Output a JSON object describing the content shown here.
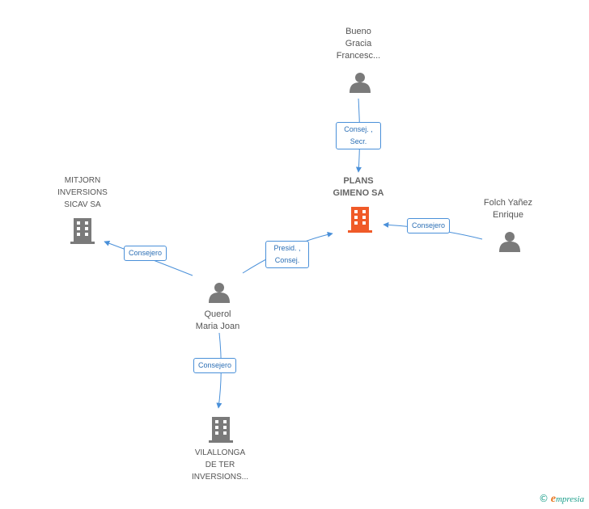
{
  "nodes": {
    "bueno": {
      "label": [
        "Bueno",
        "Gracia",
        "Francesc..."
      ]
    },
    "plans": {
      "label": [
        "PLANS",
        "GIMENO SA"
      ]
    },
    "mitjorn": {
      "label": [
        "MITJORN",
        "INVERSIONS",
        "SICAV SA"
      ]
    },
    "folch": {
      "label": [
        "Folch Yañez",
        "Enrique"
      ]
    },
    "querol": {
      "label": [
        "Querol",
        "Maria Joan"
      ]
    },
    "vilallonga": {
      "label": [
        "VILALLONGA",
        "DE TER",
        "INVERSIONS..."
      ]
    }
  },
  "edges": {
    "bueno_plans": [
      "Consej. ,",
      "Secr."
    ],
    "querol_plans": [
      "Presid. ,",
      "Consej."
    ],
    "folch_plans": "Consejero",
    "querol_mitjorn": "Consejero",
    "querol_vilallonga": "Consejero"
  },
  "colors": {
    "edge": "#4a90d9",
    "person": "#7a7a7a",
    "company": "#7a7a7a",
    "main_company": "#f05a28"
  },
  "icons": {
    "person": "person-icon",
    "company": "building-icon"
  },
  "watermark": {
    "symbol": "©",
    "brand_initial": "e",
    "brand_rest": "mpresia"
  }
}
